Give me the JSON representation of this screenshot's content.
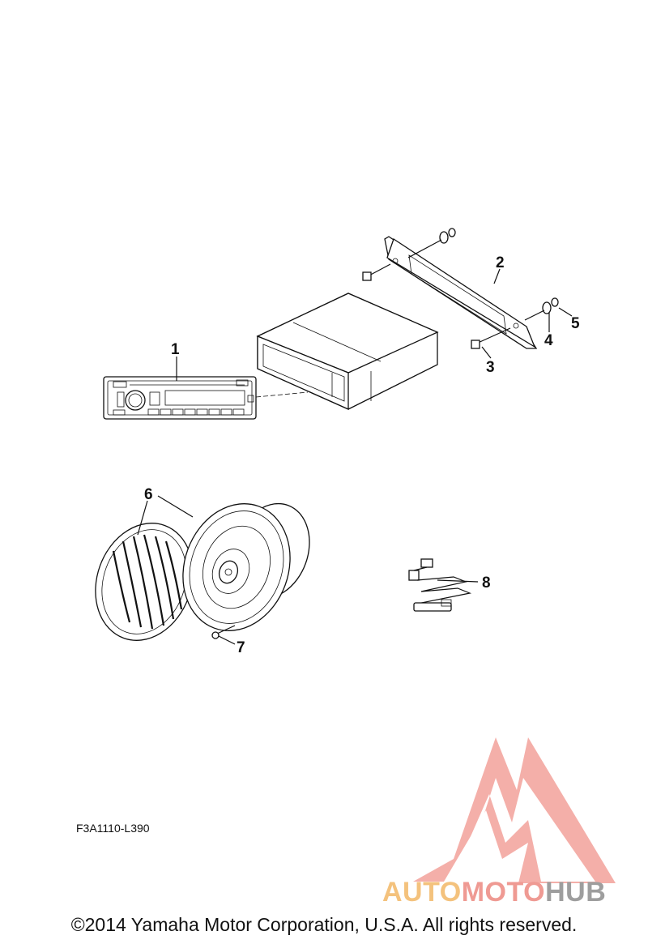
{
  "diagram": {
    "callouts": [
      "1",
      "2",
      "3",
      "4",
      "5",
      "6",
      "7",
      "8"
    ],
    "diagram_code": "F3A1110-L390",
    "copyright": "©2014 Yamaha Motor Corporation, U.S.A. All rights reserved."
  },
  "watermark": {
    "part1": "AUTO",
    "part2": "MOTO",
    "part3": "HUB",
    "colors": {
      "auto": "#f4c27d",
      "moto": "#ef9a93",
      "hub": "#9e9e9e",
      "triangle": "#f3a29b"
    }
  }
}
